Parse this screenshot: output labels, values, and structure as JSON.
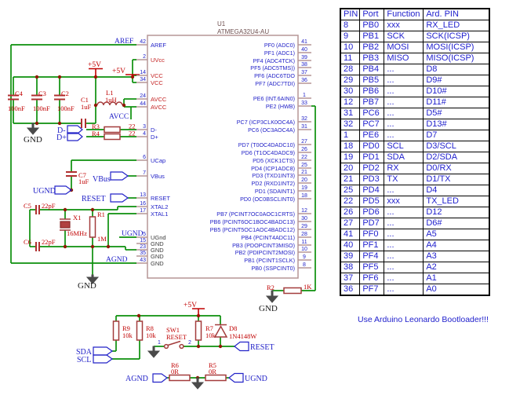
{
  "schematic": {
    "ic": {
      "ref": "U1",
      "part": "ATMEGA32U4-AU",
      "left_pins": [
        {
          "num": "42",
          "name": "AREF"
        },
        {
          "num": "2",
          "name": "UVcc"
        },
        {
          "num": "14",
          "name": "VCC"
        },
        {
          "num": "34",
          "name": "VCC"
        },
        {
          "num": "24",
          "name": "AVCC"
        },
        {
          "num": "44",
          "name": "AVCC"
        },
        {
          "num": "3",
          "name": "D-"
        },
        {
          "num": "4",
          "name": "D+"
        },
        {
          "num": "6",
          "name": "UCap"
        },
        {
          "num": "7",
          "name": "VBus"
        },
        {
          "num": "13",
          "name": "RESET"
        },
        {
          "num": "16",
          "name": "XTAL2"
        },
        {
          "num": "17",
          "name": "XTAL1"
        },
        {
          "num": "5",
          "name": "UGnd"
        },
        {
          "num": "15",
          "name": "GND"
        },
        {
          "num": "23",
          "name": "GND"
        },
        {
          "num": "35",
          "name": "GND"
        },
        {
          "num": "43",
          "name": "GND"
        }
      ],
      "right_pins": [
        {
          "num": "41",
          "name": "PF0 (ADC0)"
        },
        {
          "num": "40",
          "name": "PF1 (ADC1)"
        },
        {
          "num": "39",
          "name": "PF4 (ADC4TCK)"
        },
        {
          "num": "38",
          "name": "PF5 (ADC5TMS))"
        },
        {
          "num": "37",
          "name": "PF6 (ADC6TDO"
        },
        {
          "num": "36",
          "name": "PF7 (ADC7TDI)"
        },
        {
          "num": "1",
          "name": "PE6 (INT.6AIN0)"
        },
        {
          "num": "33",
          "name": "PE2 (HWB)"
        },
        {
          "num": "32",
          "name": "PC7 (ICP3CLK0OC4A)"
        },
        {
          "num": "31",
          "name": "PC6 (OC3AOC4A)"
        },
        {
          "num": "27",
          "name": "PD7 (T0OC4DADC10)"
        },
        {
          "num": "26",
          "name": "PD6 (T1OC4DADC9)"
        },
        {
          "num": "22",
          "name": "PD5 (XCK1CTS)"
        },
        {
          "num": "25",
          "name": "PD4 (ICP1ADC8)"
        },
        {
          "num": "21",
          "name": "PD3 (TXD1INT3)"
        },
        {
          "num": "20",
          "name": "PD2 (RXD1INT2)"
        },
        {
          "num": "19",
          "name": "PD1 (SDAINT1)"
        },
        {
          "num": "18",
          "name": "PD0 (OC0BSCLINT0)"
        },
        {
          "num": "12",
          "name": "PB7 (PCINT7OC0AOC1CRTS)"
        },
        {
          "num": "30",
          "name": "PB6 (PCINT6OC1BOC4BADC13)"
        },
        {
          "num": "29",
          "name": "PB5 (PCINT5OC1AOC4BADC12)"
        },
        {
          "num": "28",
          "name": "PB4 (PCINT4ADC11)"
        },
        {
          "num": "11",
          "name": "PB3 (PDOPCINT3MISO)"
        },
        {
          "num": "10",
          "name": "PB2 (PDIPCINT2MOSI)"
        },
        {
          "num": "9",
          "name": "PB1 (PCINT1SCLK)"
        },
        {
          "num": "8",
          "name": "PB0 (SSPCINT0)"
        }
      ]
    },
    "components": {
      "c4": {
        "ref": "C4",
        "value": "100nF"
      },
      "c3": {
        "ref": "C3",
        "value": "100nF"
      },
      "c2": {
        "ref": "C2",
        "value": "100nF"
      },
      "c1": {
        "ref": "C1",
        "value": "1uF"
      },
      "l1": {
        "ref": "L1",
        "value": "1uH"
      },
      "r3": {
        "ref": "R3",
        "value": "22"
      },
      "r4": {
        "ref": "R4",
        "value": "22"
      },
      "c7": {
        "ref": "C7",
        "value": "1uF"
      },
      "c5": {
        "ref": "C5",
        "value": "22pF"
      },
      "c6": {
        "ref": "C6",
        "value": "22pF"
      },
      "x1": {
        "ref": "X1",
        "value": "16MHz"
      },
      "r1": {
        "ref": "R1",
        "value": "1M"
      },
      "r2": {
        "ref": "R2",
        "value": "1K"
      },
      "r9": {
        "ref": "R9",
        "value": "10k"
      },
      "r8": {
        "ref": "R8",
        "value": "10k"
      },
      "r7": {
        "ref": "R7",
        "value": "10k"
      },
      "sw1": {
        "ref": "SW1",
        "value": "RESET",
        "pin1": "1",
        "pin2": "2"
      },
      "d8": {
        "ref": "D8",
        "value": "1N4148W"
      },
      "r6": {
        "ref": "R6",
        "value": "0R"
      },
      "r5": {
        "ref": "R5",
        "value": "0R"
      }
    },
    "power": {
      "v5": "+5V",
      "gnd": "GND"
    },
    "net_labels": {
      "aref": "AREF",
      "avcc": "AVCC",
      "ugnd": "UGND",
      "agnd": "AGND"
    },
    "global_labels": {
      "dminus": "D-",
      "dplus": "D+",
      "ugnd_c7": "UGND",
      "vbus": "VBus",
      "reset_ic": "RESET",
      "sda": "SDA",
      "scl": "SCL",
      "agnd": "AGND",
      "ugnd_r5": "UGND",
      "reset_sw": "RESET"
    }
  },
  "table": {
    "headers": [
      "PIN",
      "Port",
      "Function",
      "Ard. PIN"
    ],
    "rows": [
      [
        "8",
        "PB0",
        "xxx",
        "RX_LED"
      ],
      [
        "9",
        "PB1",
        "SCK",
        "SCK(ICSP)"
      ],
      [
        "10",
        "PB2",
        "MOSI",
        "MOSI(ICSP)"
      ],
      [
        "11",
        "PB3",
        "MISO",
        "MISO(ICSP)"
      ],
      [
        "28",
        "PB4",
        "...",
        "D8"
      ],
      [
        "29",
        "PB5",
        "...",
        "D9#"
      ],
      [
        "30",
        "PB6",
        "...",
        "D10#"
      ],
      [
        "12",
        "PB7",
        "...",
        "D11#"
      ],
      [
        "31",
        "PC6",
        "...",
        "D5#"
      ],
      [
        "32",
        "PC7",
        "...",
        "D13#"
      ],
      [
        "1",
        "PE6",
        "...",
        "D7"
      ],
      [
        "18",
        "PD0",
        "SCL",
        "D3/SCL"
      ],
      [
        "19",
        "PD1",
        "SDA",
        "D2/SDA"
      ],
      [
        "20",
        "PD2",
        "RX",
        "D0/RX"
      ],
      [
        "21",
        "PD3",
        "TX",
        "D1/TX"
      ],
      [
        "25",
        "PD4",
        "...",
        "D4"
      ],
      [
        "22",
        "PD5",
        "xxx",
        "TX_LED"
      ],
      [
        "26",
        "PD6",
        "...",
        "D12"
      ],
      [
        "27",
        "PD7",
        "...",
        "D6#"
      ],
      [
        "41",
        "PF0",
        "...",
        "A5"
      ],
      [
        "40",
        "PF1",
        "...",
        "A4"
      ],
      [
        "39",
        "PF4",
        "...",
        "A3"
      ],
      [
        "38",
        "PF5",
        "...",
        "A2"
      ],
      [
        "37",
        "PF6",
        "...",
        "A1"
      ],
      [
        "36",
        "PF7",
        "...",
        "A0"
      ]
    ],
    "footer": "Use Arduino Leonardo Bootloader!!!"
  },
  "colors": {
    "wire": "#0b8f0b",
    "component": "#a33c3c",
    "ic_outline": "#b59595",
    "blue_text": "#2323c8",
    "red_text": "#c00000",
    "junction": "#8e1a00"
  }
}
